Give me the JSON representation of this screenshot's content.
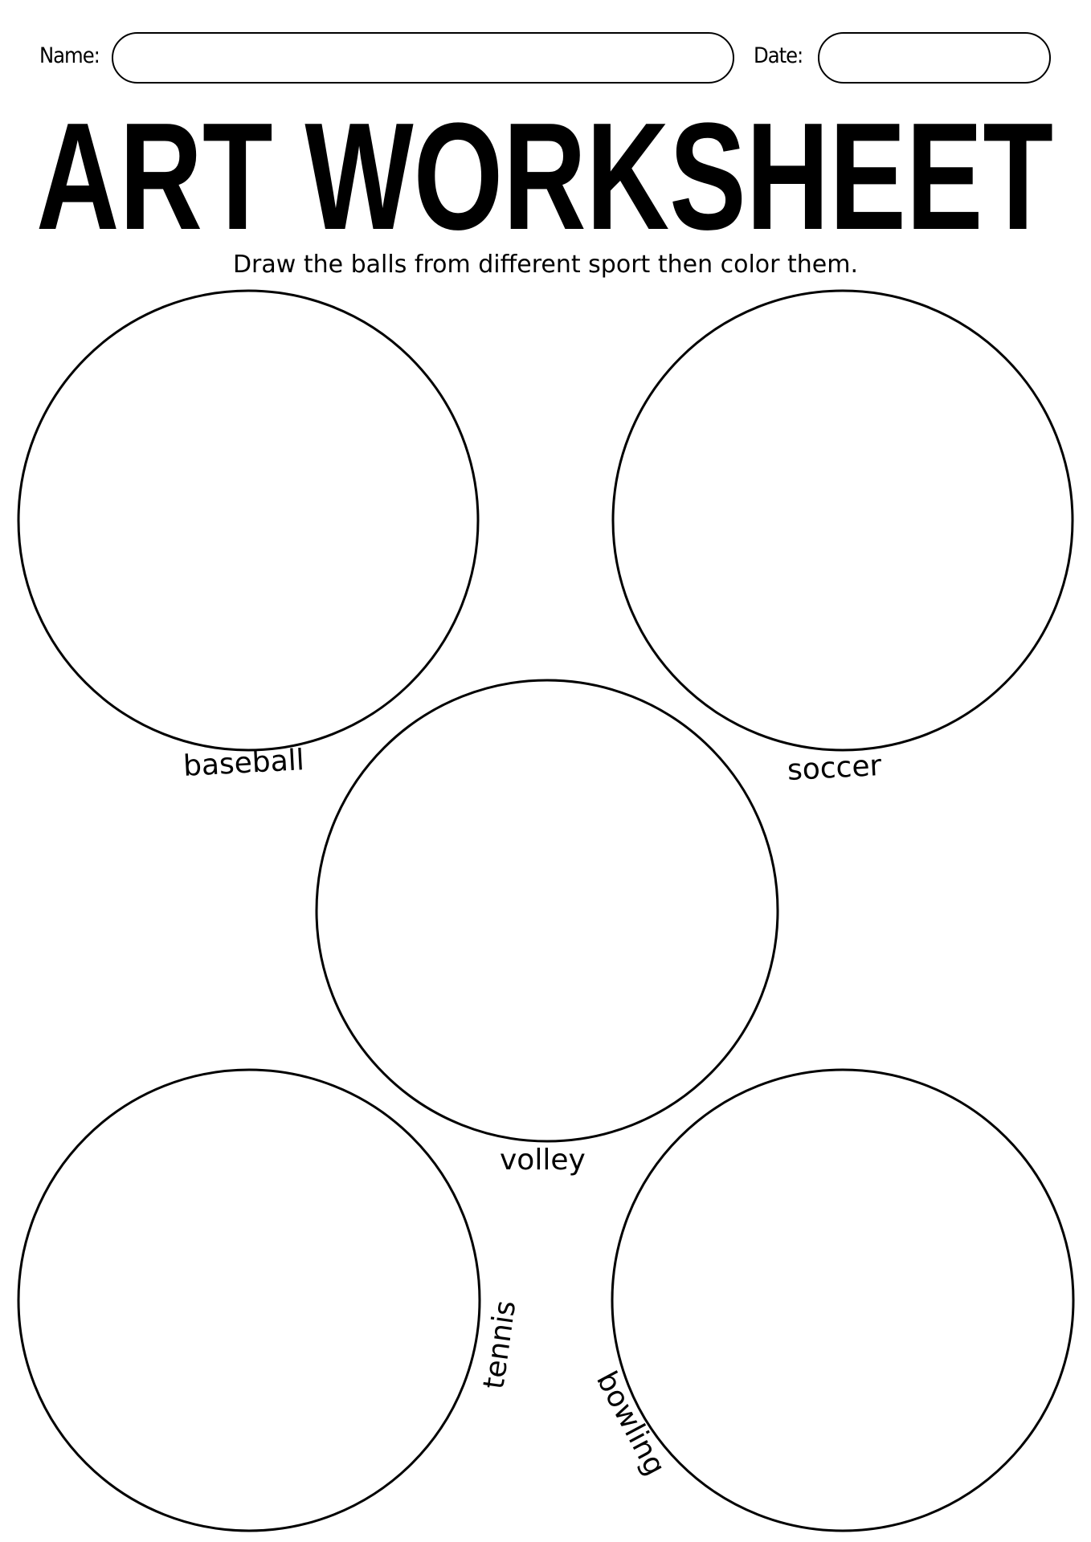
{
  "header": {
    "name_label": "Name:",
    "name_value": "",
    "date_label": "Date:",
    "date_value": ""
  },
  "title": "ART WORKSHEET",
  "instruction": "Draw the balls from different sport then color them.",
  "balls": [
    {
      "label": "baseball"
    },
    {
      "label": "soccer"
    },
    {
      "label": "volley"
    },
    {
      "label": "tennis"
    },
    {
      "label": "bowling"
    }
  ]
}
